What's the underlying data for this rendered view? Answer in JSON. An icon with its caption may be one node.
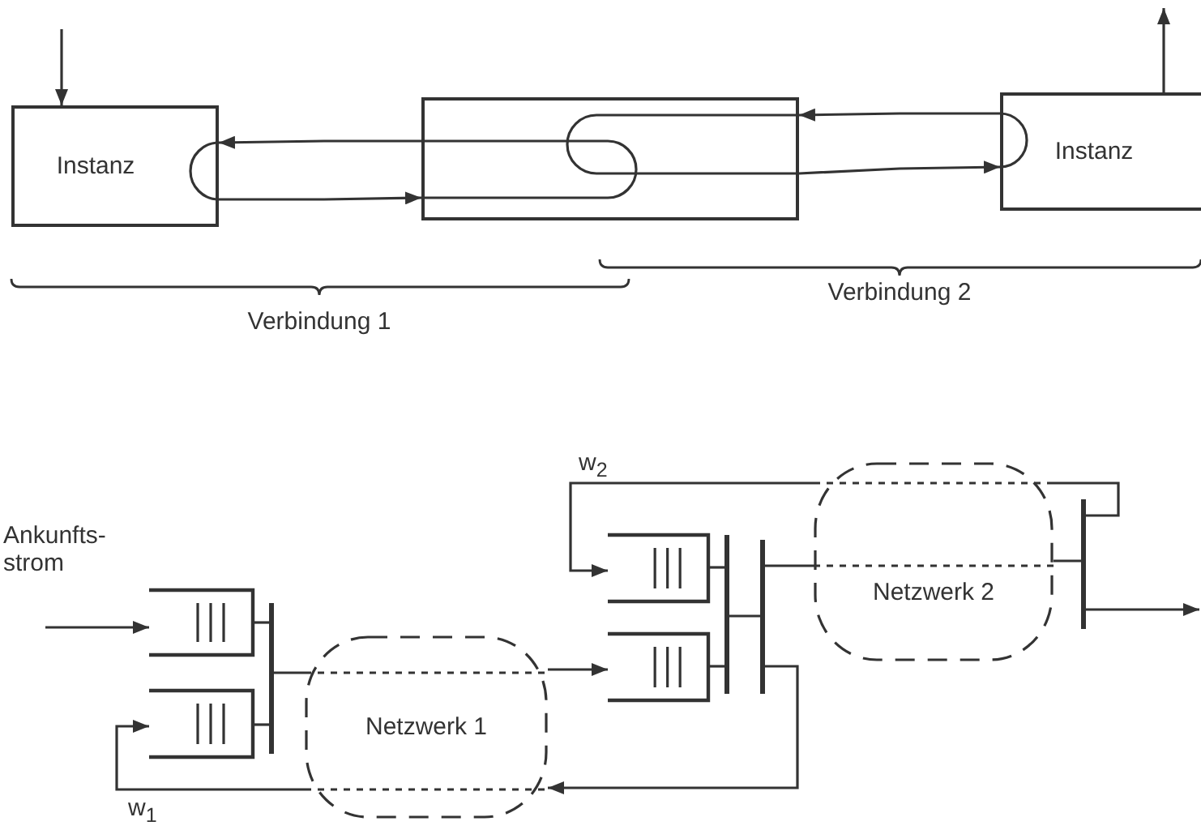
{
  "diagram": {
    "nodes": [
      {
        "text": [
          "Instanz"
        ]
      },
      {
        "text": [],
        "shape": "box"
      },
      {
        "text": [
          "Instanz"
        ]
      },
      {
        "text": [],
        "shape": "queue"
      },
      {
        "text": [],
        "shape": "queue"
      },
      {
        "text": [],
        "shape": "bar"
      },
      {
        "text": [
          "Netzwerk 1"
        ]
      },
      {
        "text": [],
        "shape": "queue"
      },
      {
        "text": [],
        "shape": "queue"
      },
      {
        "text": [],
        "shape": "bar"
      },
      {
        "text": [],
        "shape": "bar"
      },
      {
        "text": [
          "Netzwerk 2"
        ]
      },
      {
        "text": [],
        "shape": "bar"
      }
    ],
    "edges": [
      {
        "from": null,
        "to": 0,
        "arrow": "to"
      },
      {
        "from": 1,
        "to": 0,
        "arrow": "to"
      },
      {
        "from": 0,
        "to": 1,
        "arrow": "to"
      },
      {
        "from": 2,
        "to": 1,
        "arrow": "to"
      },
      {
        "from": 1,
        "to": 2,
        "arrow": "to"
      },
      {
        "from": 2,
        "to": null,
        "arrow": "to"
      },
      {
        "from": null,
        "to": 3,
        "arrow": "to"
      },
      {
        "from": 3,
        "to": 5,
        "arrow": "none"
      },
      {
        "from": 4,
        "to": 5,
        "arrow": "none"
      },
      {
        "from": 5,
        "to": 6,
        "arrow": "none"
      },
      {
        "from": 6,
        "to": 8,
        "arrow": "to"
      },
      {
        "from": 7,
        "to": 9,
        "arrow": "none"
      },
      {
        "from": 8,
        "to": 9,
        "arrow": "none"
      },
      {
        "from": 9,
        "to": 10,
        "arrow": "none"
      },
      {
        "from": 10,
        "to": 11,
        "arrow": "none"
      },
      {
        "from": 11,
        "to": 12,
        "arrow": "none"
      },
      {
        "from": 12,
        "to": null,
        "arrow": "to"
      },
      {
        "from": 12,
        "to": 11,
        "arrow": "none"
      },
      {
        "from": 11,
        "to": 7,
        "arrow": "to",
        "label": "w$_{2}$"
      },
      {
        "from": 10,
        "to": 6,
        "arrow": "to"
      },
      {
        "from": 6,
        "to": 4,
        "arrow": "to",
        "label": "w$_{1}$"
      }
    ],
    "labels": [
      "Verbindung 2",
      "Verbindung 1",
      "Ankunfts- strom"
    ]
  }
}
